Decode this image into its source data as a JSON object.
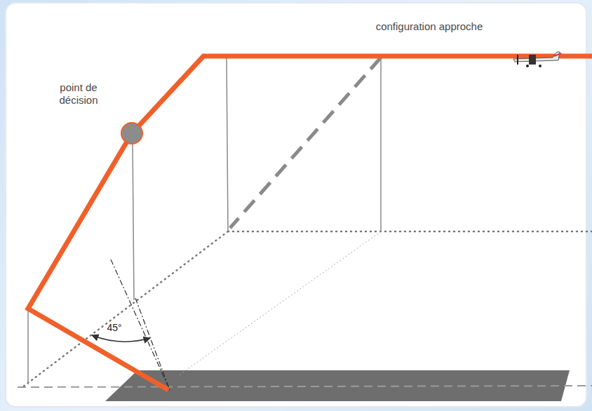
{
  "diagram": {
    "labels": [
      "configuration approche",
      "point de décision",
      "45°"
    ]
  }
}
